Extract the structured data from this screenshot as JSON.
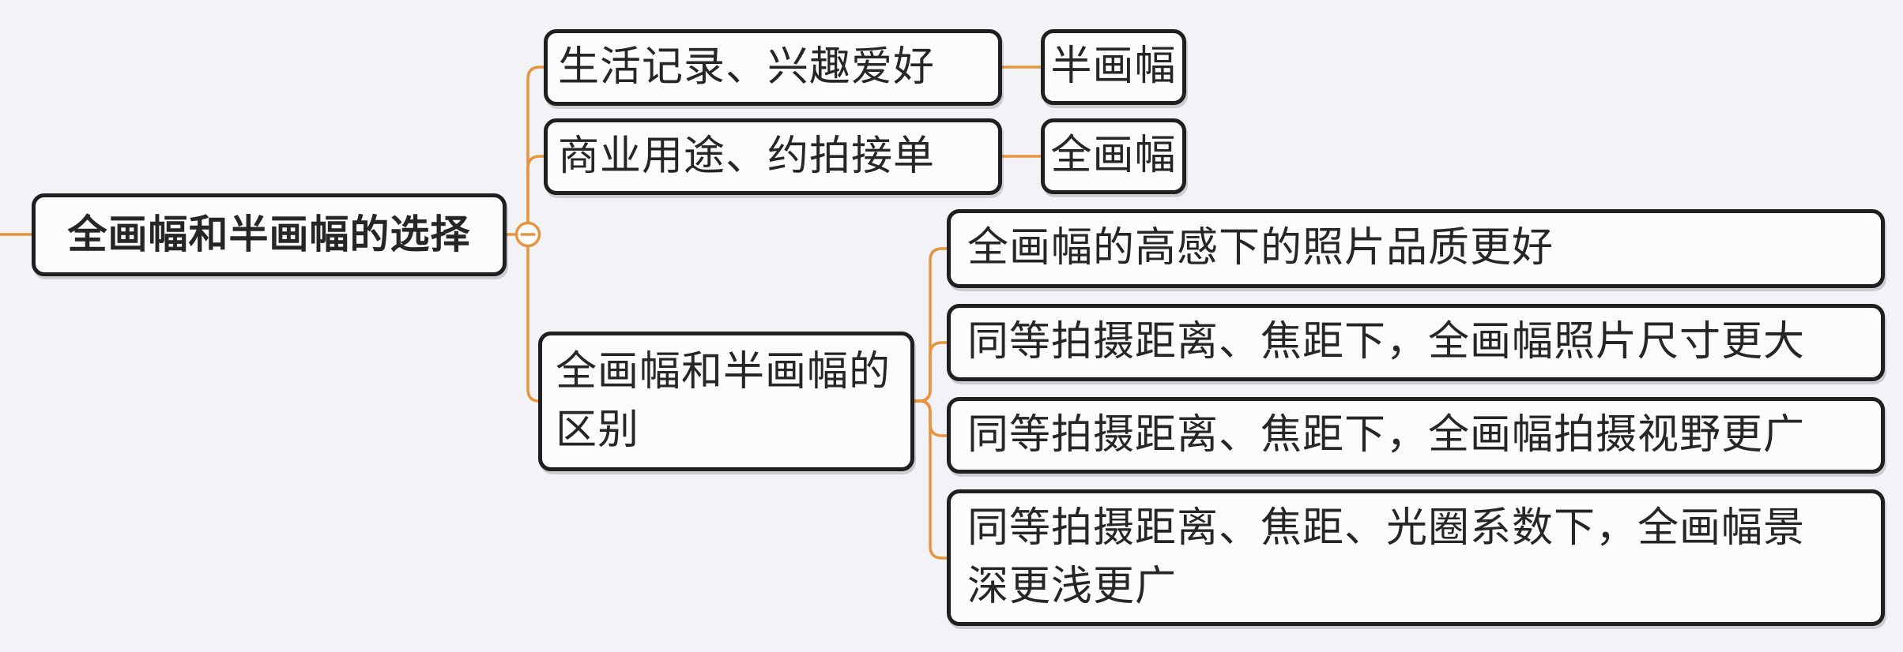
{
  "canvas": {
    "background_color": "#f2f2f7",
    "accent_color": "#e5953e",
    "node_border_color": "#1f1f1f",
    "node_fill_color": "#fcfcfe",
    "text_color": "#262626"
  },
  "root": {
    "label": "全画幅和半画幅的选择"
  },
  "collapse_button": {
    "icon": "minus-in-circle-icon",
    "symbol": "−",
    "state": "expanded"
  },
  "branches": [
    {
      "label": "生活记录、兴趣爱好",
      "child": {
        "label": "半画幅"
      }
    },
    {
      "label": "商业用途、约拍接单",
      "child": {
        "label": "全画幅"
      }
    },
    {
      "label": "全画幅和半画幅的\n区别",
      "children": [
        {
          "label": "全画幅的高感下的照片品质更好"
        },
        {
          "label": "同等拍摄距离、焦距下，全画幅照片尺寸更大"
        },
        {
          "label": "同等拍摄距离、焦距下，全画幅拍摄视野更广"
        },
        {
          "label": "同等拍摄距离、焦距、光圈系数下，全画幅景\n深更浅更广"
        }
      ]
    }
  ]
}
